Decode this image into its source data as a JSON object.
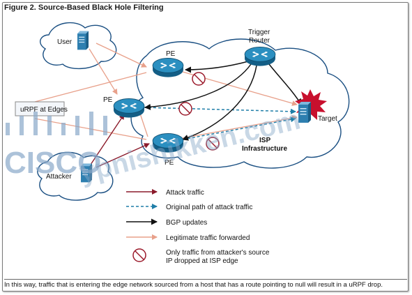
{
  "figure_title": "Figure 2. Source-Based Black Hole Filtering",
  "nodes": {
    "user": "User",
    "attacker": "Attacker",
    "pe_top": "PE",
    "pe_mid": "PE",
    "pe_bottom": "PE",
    "trigger_router_line1": "Trigger",
    "trigger_router_line2": "Router",
    "target": "Target",
    "isp_line1": "ISP",
    "isp_line2": "Infrastructure",
    "urpf_edges": "uRPF at Edges"
  },
  "watermark": {
    "brand": "CISCO",
    "site": "ypnishikken.com"
  },
  "legend": [
    {
      "key": "attack",
      "label": "Attack traffic"
    },
    {
      "key": "original",
      "label": "Original path of attack traffic"
    },
    {
      "key": "bgp",
      "label": "BGP updates"
    },
    {
      "key": "legit",
      "label": "Legitimate traffic forwarded"
    },
    {
      "key": "dropped",
      "label_line1": "Only traffic from attacker's source",
      "label_line2": "IP dropped at ISP edge"
    }
  ],
  "caption": "In this way, traffic that is entering the edge network sourced from a host that has a route pointing to null will result in a uRPF drop.",
  "colors": {
    "attack": "#8b1a2b",
    "original": "#1f7ea8",
    "bgp": "#111111",
    "legit": "#e8a08a",
    "router": "#1f7aa8",
    "cloud_stroke": "#1a4f82",
    "cloud_fill": "#ffffff",
    "block": "#9b1a2b",
    "starburst": "#c8102e",
    "watermark": "#8aa9c9"
  }
}
